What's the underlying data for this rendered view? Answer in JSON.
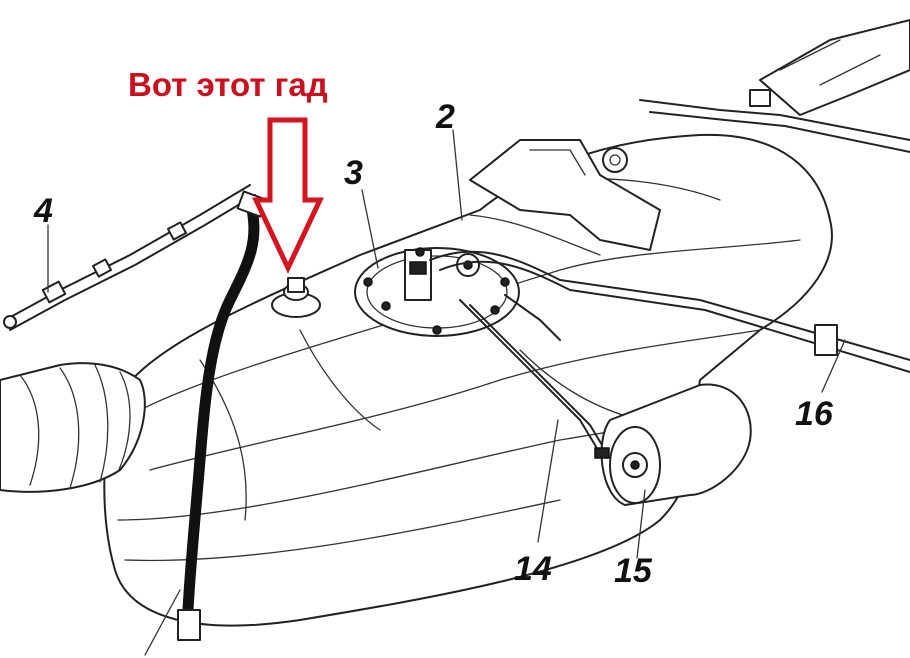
{
  "annotation": {
    "headline": "Вот этот гад",
    "arrow_color": "#d4141e",
    "text_color": "#c8101e"
  },
  "labels": {
    "l2": "2",
    "l3": "3",
    "l4": "4",
    "l14": "14",
    "l15": "15",
    "l16": "16"
  }
}
